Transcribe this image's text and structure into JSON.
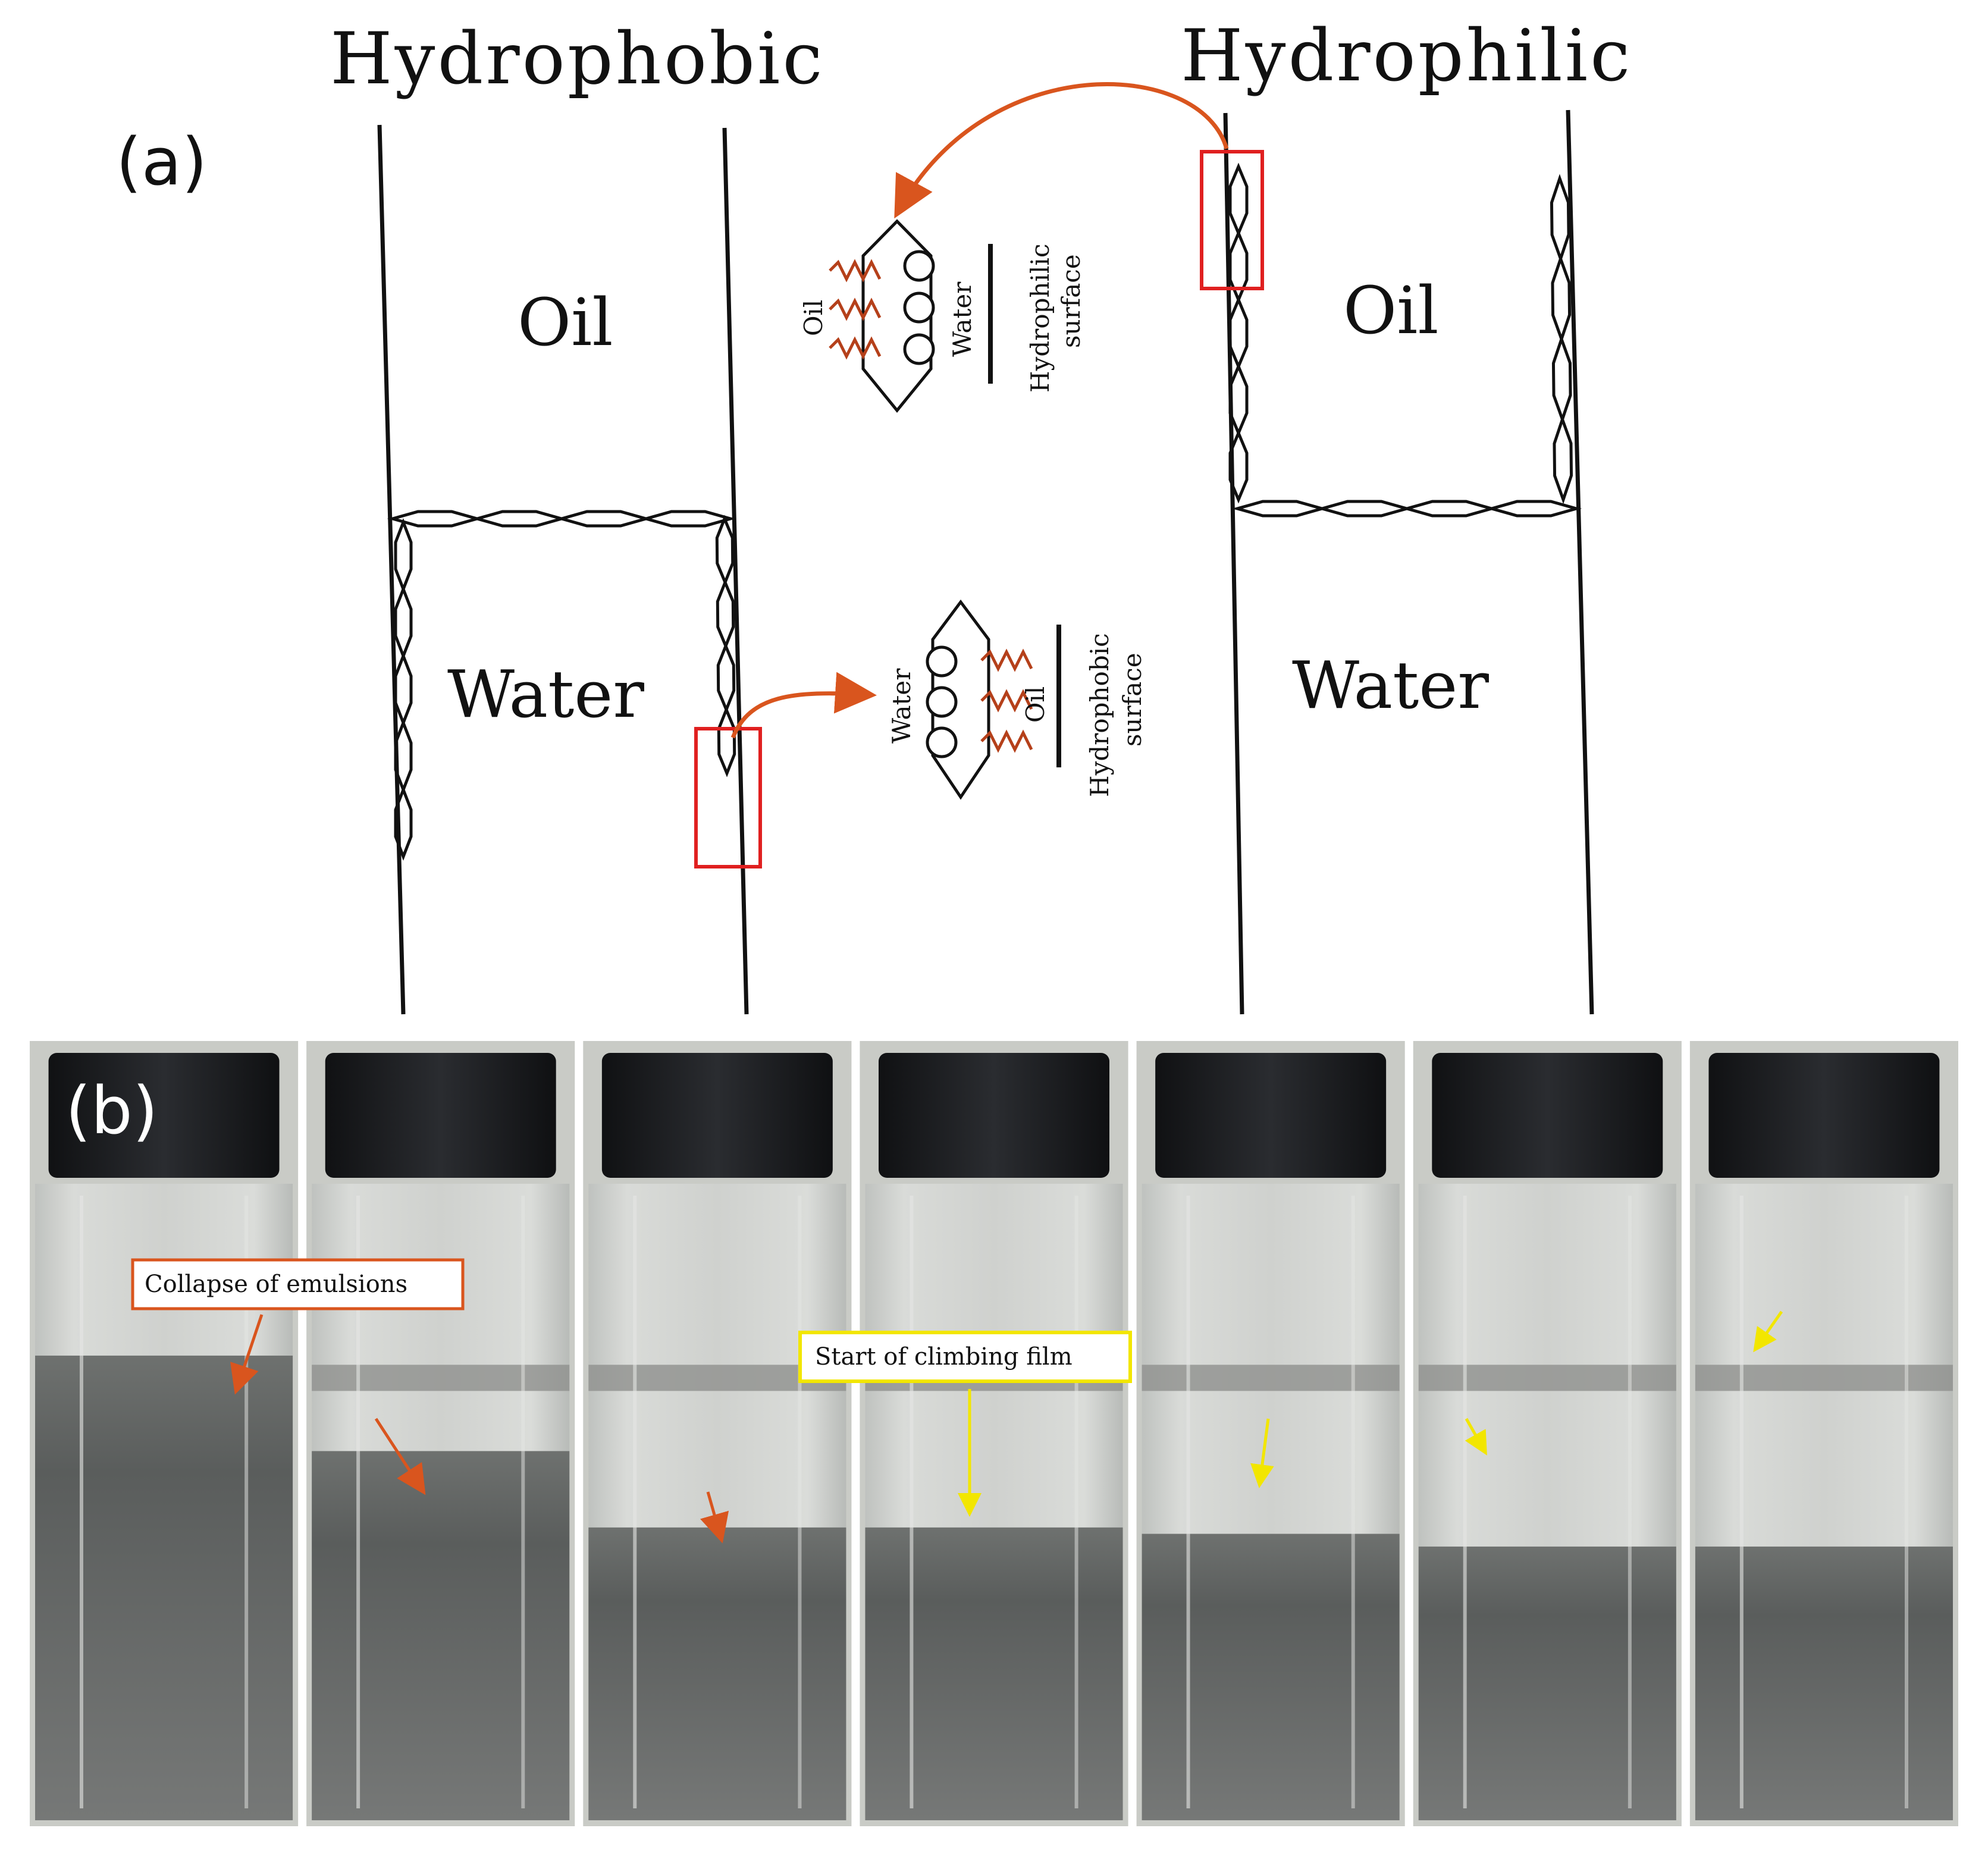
{
  "panel_a": {
    "label": "(a)",
    "left_title": "Hydrophobic",
    "right_title": "Hydrophilic",
    "left_oil": "Oil",
    "left_water": "Water",
    "right_oil": "Oil",
    "right_water": "Water",
    "inset_top": {
      "phase1": "Oil",
      "phase2": "Water",
      "surface_line1": "Hydrophilic",
      "surface_line2": "surface"
    },
    "inset_bottom": {
      "phase1": "Water",
      "phase2": "Oil",
      "surface_line1": "Hydrophobic",
      "surface_line2": "surface"
    }
  },
  "panel_b": {
    "label": "(b)",
    "callout_collapse": "Collapse of emulsions",
    "callout_climb": "Start of climbing film",
    "vial_count": 7
  },
  "colors": {
    "orange_arrow": "#d9551e",
    "red_box": "#e02020",
    "yellow_arrow": "#f2e600",
    "cap": "#1c1d20",
    "photo_bg": "#c9cbc6"
  }
}
